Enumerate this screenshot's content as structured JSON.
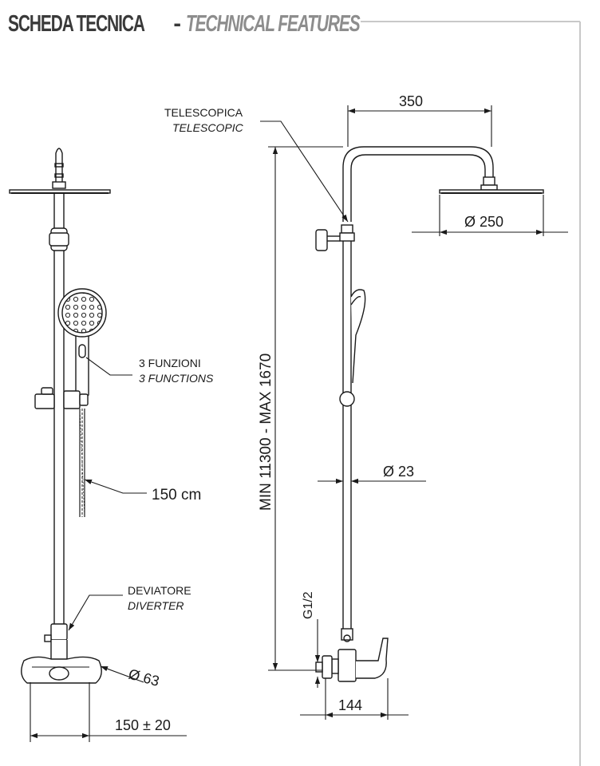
{
  "header": {
    "title": "SCHEDA TECNICA",
    "separator": "-",
    "subtitle": "TECHNICAL FEATURES"
  },
  "labels": {
    "functions_it": "3 FUNZIONI",
    "functions_en": "3 FUNCTIONS",
    "hose_length": "150 cm",
    "diverter_it": "DEVIATORE",
    "diverter_en": "DIVERTER",
    "mixer_diameter": "Ø 63",
    "center_distance": "150 ± 20",
    "telescopic_it": "TELESCOPICA",
    "telescopic_en": "TELESCOPIC",
    "arm_length": "350",
    "head_diameter": "Ø 250",
    "bar_diameter": "Ø 23",
    "height_range": "MIN 11300 - MAX 1670",
    "thread": "G1/2",
    "projection": "144"
  }
}
